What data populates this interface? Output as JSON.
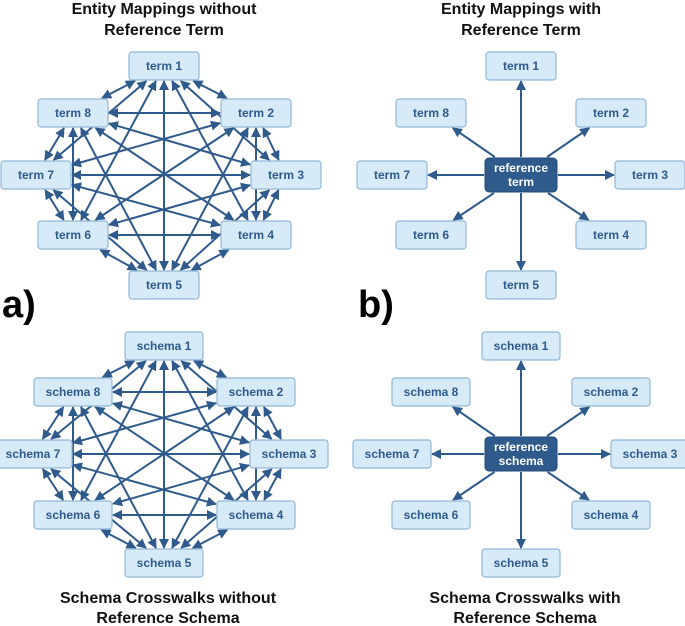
{
  "colors": {
    "node_fill": "#d6eaf8",
    "node_stroke": "#8fb8d8",
    "node_text": "#2e5a8c",
    "edge": "#2e5a8c",
    "center_fill": "#2e5a8c",
    "center_text": "#ffffff"
  },
  "panels": [
    {
      "id": "entity-no-ref",
      "title_lines": [
        "Entity Mappings without",
        "Reference Term"
      ],
      "layout": "mesh",
      "nodes": [
        "term 1",
        "term 2",
        "term 3",
        "term 4",
        "term 5",
        "term 6",
        "term 7",
        "term 8"
      ]
    },
    {
      "id": "entity-ref",
      "title_lines": [
        "Entity Mappings with",
        "Reference Term"
      ],
      "layout": "hub",
      "center_lines": [
        "reference",
        "term"
      ],
      "nodes": [
        "term 1",
        "term 2",
        "term 3",
        "term 4",
        "term 5",
        "term 6",
        "term 7",
        "term 8"
      ]
    },
    {
      "id": "schema-no-ref",
      "title_lines": [
        "Schema Crosswalks without",
        "Reference Schema"
      ],
      "layout": "mesh",
      "nodes": [
        "schema 1",
        "schema 2",
        "schema 3",
        "schema 4",
        "schema 5",
        "schema 6",
        "schema 7",
        "schema 8"
      ]
    },
    {
      "id": "schema-ref",
      "title_lines": [
        "Schema Crosswalks with",
        "Reference Schema"
      ],
      "layout": "hub",
      "center_lines": [
        "reference",
        "schema"
      ],
      "nodes": [
        "schema 1",
        "schema 2",
        "schema 3",
        "schema 4",
        "schema 5",
        "schema 6",
        "schema 7",
        "schema 8"
      ]
    }
  ],
  "labels": {
    "a": "a)",
    "b": "b)"
  }
}
